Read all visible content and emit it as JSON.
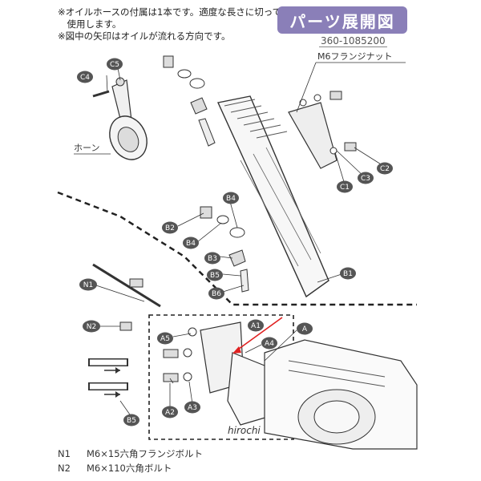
{
  "notes": [
    "※オイルホースの付属は1本です。適度な長さに切って",
    "　使用します。",
    "※図中の矢印はオイルが流れる方向です。"
  ],
  "title": "パーツ展開図",
  "part_number": "360-1085200",
  "callouts": {
    "m6_flange_nut": "M6フランジナット",
    "horn": "ホーン"
  },
  "labels": {
    "C1": "C1",
    "C2": "C2",
    "C3": "C3",
    "C4": "C4",
    "C5": "C5",
    "B1": "B1",
    "B2": "B2",
    "B3": "B3",
    "B4a": "B4",
    "B4b": "B4",
    "B5": "B5",
    "B6": "B6",
    "A": "A",
    "A1": "A1",
    "A2": "A2",
    "A3": "A3",
    "A4": "A4",
    "A5": "A5",
    "B5b": "B5",
    "N1": "N1",
    "N2": "N2"
  },
  "legend": [
    {
      "code": "N1",
      "text": "M6×15六角フランジボルト"
    },
    {
      "code": "N2",
      "text": "M6×110六角ボルト"
    }
  ],
  "watermark": "hirochi",
  "colors": {
    "badge": "#8a7fb8",
    "arrow": "#e02020",
    "label_fill": "#555555"
  }
}
